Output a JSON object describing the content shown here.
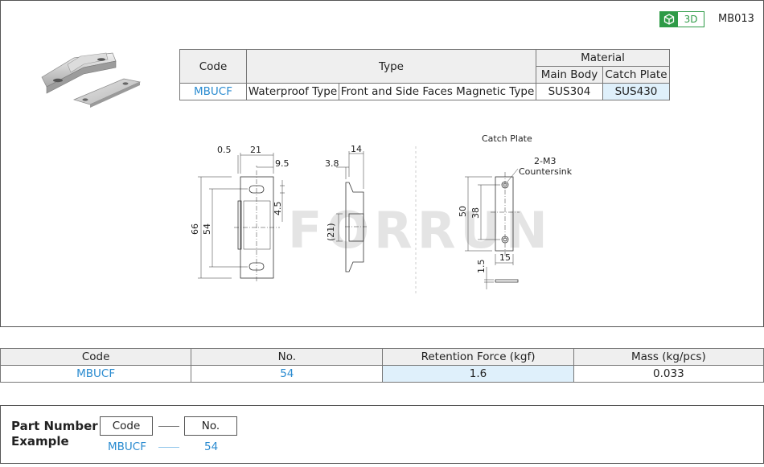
{
  "header": {
    "badge_3d": "3D",
    "catalog_no": "MB013"
  },
  "spec_table": {
    "head_code": "Code",
    "head_type": "Type",
    "head_material": "Material",
    "head_main_body": "Main Body",
    "head_catch_plate": "Catch Plate",
    "row": {
      "code": "MBUCF",
      "type_1": "Waterproof Type",
      "type_2": "Front and Side Faces Magnetic Type",
      "main_body": "SUS304",
      "catch_plate": "SUS430"
    }
  },
  "drawing": {
    "catch_plate_title": "Catch Plate",
    "dims": {
      "d05": "0.5",
      "d21": "21",
      "d95": "9.5",
      "d14": "14",
      "d38": "3.8",
      "d66": "66",
      "d54": "54",
      "d45": "4.5",
      "d21p": "(21)",
      "d50": "50",
      "d38b": "38",
      "d15": "15",
      "d15b": "1.5",
      "m3": "2-M3",
      "countersink": "Countersink"
    },
    "watermark": "FORRUN"
  },
  "data_table": {
    "head_code": "Code",
    "head_no": "No.",
    "head_force": "Retention Force (kgf)",
    "head_mass": "Mass (kg/pcs)",
    "row": {
      "code": "MBUCF",
      "no": "54",
      "force": "1.6",
      "mass": "0.033"
    }
  },
  "part_number": {
    "title_line1": "Part Number",
    "title_line2": "Example",
    "box_code": "Code",
    "box_no": "No.",
    "ex_code": "MBUCF",
    "ex_no": "54"
  }
}
